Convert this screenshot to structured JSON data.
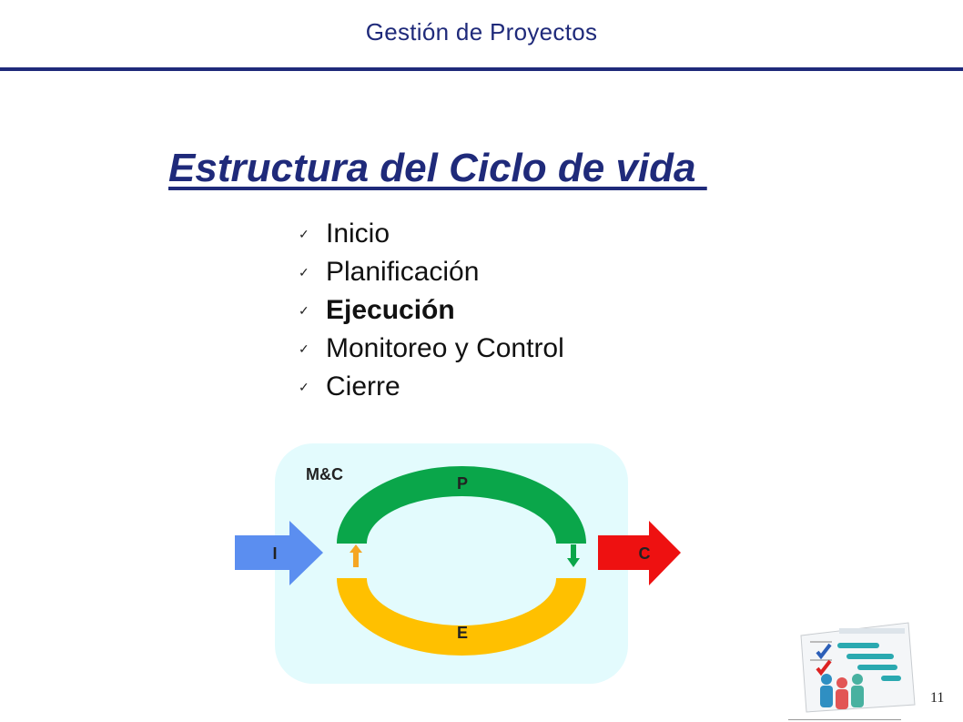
{
  "header": {
    "title": "Gestión de Proyectos"
  },
  "slide": {
    "title": "Estructura del Ciclo de vida ",
    "bullets": [
      {
        "label": "Inicio",
        "bold": false
      },
      {
        "label": "Planificación",
        "bold": false
      },
      {
        "label": "Ejecución",
        "bold": true
      },
      {
        "label": "Monitoreo y Control",
        "bold": false
      },
      {
        "label": "Cierre",
        "bold": false
      }
    ],
    "bullet_icon": "check-icon"
  },
  "diagram": {
    "mc_label": "M&C",
    "planning_label": "P",
    "execution_label": "E",
    "initiation_label": "I",
    "closing_label": "C",
    "colors": {
      "background": "#e3fbfd",
      "planning": "#0aa64a",
      "execution": "#ffc000",
      "initiation": "#5b8ef0",
      "closing": "#ee1111",
      "up_arrow": "#f5a623",
      "down_arrow": "#0aa64a"
    }
  },
  "footer": {
    "page_number": "11"
  }
}
